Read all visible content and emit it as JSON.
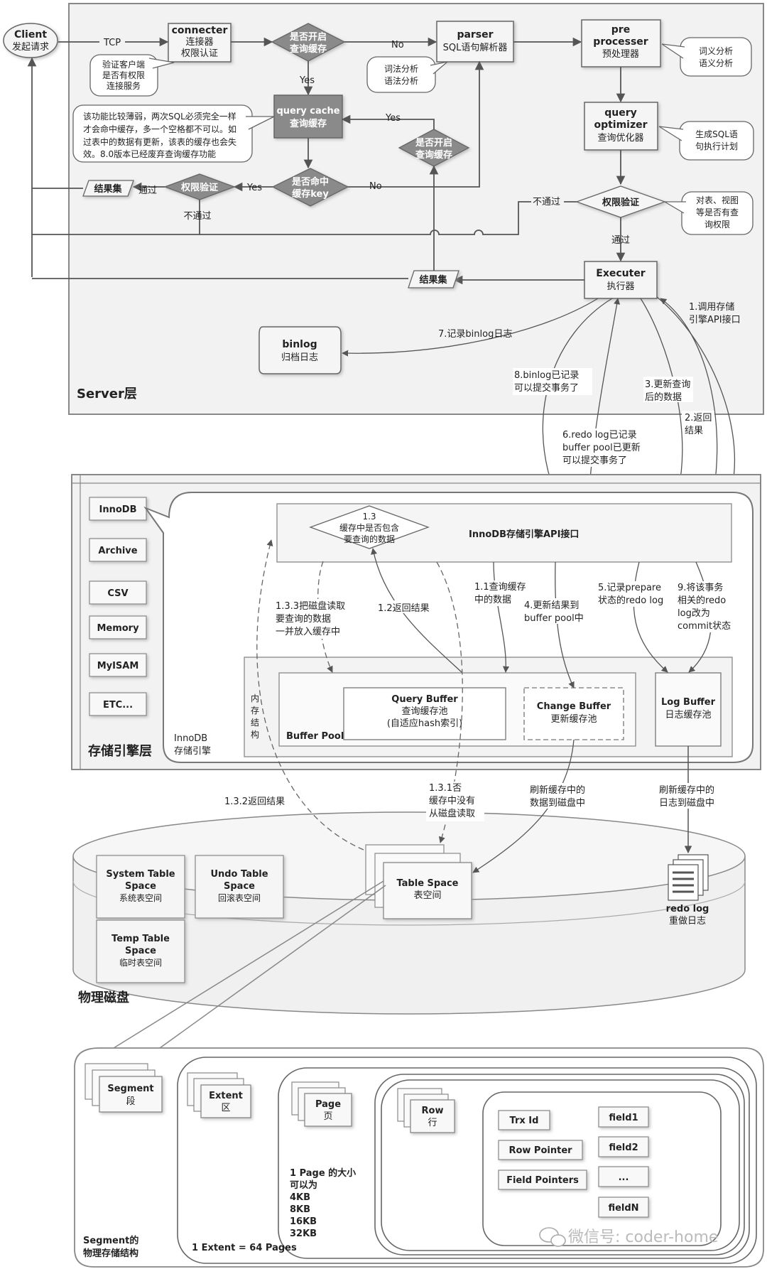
{
  "client": [
    "Client",
    "发起请求"
  ],
  "tcp": "TCP",
  "connector": [
    "connecter",
    "连接器",
    "权限认证"
  ],
  "connector_note": [
    "验证客户端",
    "是否有权限",
    "连接服务"
  ],
  "cache_on_1": [
    "是否开启",
    "查询缓存"
  ],
  "no_1": "No",
  "yes_1": "Yes",
  "parser": [
    "parser",
    "SQL语句解析器"
  ],
  "parser_note": [
    "词法分析",
    "语法分析"
  ],
  "preprocessor": [
    "pre",
    "processer",
    "预处理器"
  ],
  "preprocessor_note": [
    "词义分析",
    "语义分析"
  ],
  "query_cache": [
    "query cache",
    "查询缓存"
  ],
  "query_cache_note": [
    "该功能比较薄弱，两次SQL必须完全一样",
    "才会命中缓存，多一个空格都不可以。如",
    "过表中的数据有更新，该表的缓存也会失",
    "效。8.0版本已经废弃查询缓存功能"
  ],
  "yes_2": "Yes",
  "cache_on_2": [
    "是否开启",
    "查询缓存"
  ],
  "optimizer": [
    "query",
    "optimizer",
    "查询优化器"
  ],
  "optimizer_note": [
    "生成SQL语",
    "句执行计划"
  ],
  "result_set_1": "结果集",
  "pass_1": "通过",
  "auth_1": "权限验证",
  "yes_3": "Yes",
  "cache_hit": [
    "是否命中",
    "缓存key"
  ],
  "no_2": "No",
  "fail_1": "不通过",
  "fail_2": "不通过",
  "auth_2": "权限验证",
  "auth_2_note": [
    "对表、视图",
    "等是否有查",
    "询权限"
  ],
  "pass_2": "通过",
  "result_set_2": "结果集",
  "executor": [
    "Executer",
    "执行器"
  ],
  "binlog": [
    "binlog",
    "归档日志"
  ],
  "step_7": "7.记录binlog日志",
  "step_1": [
    "1.调用存储",
    "引擎API接口"
  ],
  "step_8": [
    "8.binlog已记录",
    "可以提交事务了"
  ],
  "step_3": [
    "3.更新查询",
    "后的数据"
  ],
  "step_2": [
    "2.返回",
    "结果"
  ],
  "step_6": [
    "6.redo log已记录",
    "buffer pool已更新",
    "可以提交事务了"
  ],
  "server_layer": "Server层",
  "engines": [
    "InnoDB",
    "Archive",
    "CSV",
    "Memory",
    "MyISAM",
    "ETC..."
  ],
  "step_1_3": [
    "1.3",
    "缓存中是否包含",
    "要查询的数据"
  ],
  "api": "InnoDB存储引擎API接口",
  "step_1_3_3": [
    "1.3.3把磁盘读取",
    "要查询的数据",
    "一并放入缓存中"
  ],
  "step_1_2": "1.2返回结果",
  "step_1_1": [
    "1.1查询缓存",
    "中的数据"
  ],
  "step_4": [
    "4.更新结果到",
    "buffer pool中"
  ],
  "step_5": [
    "5.记录prepare",
    "状态的redo log"
  ],
  "step_9": [
    "9.将该事务",
    "相关的redo",
    "log改为",
    "commit状态"
  ],
  "memory_struct": [
    "内",
    "存",
    "结",
    "构"
  ],
  "buffer_pool": "Buffer Pool",
  "query_buffer": [
    "Query Buffer",
    "查询缓存池",
    "(自适应hash索引)"
  ],
  "change_buffer": [
    "Change Buffer",
    "更新缓存池"
  ],
  "log_buffer": [
    "Log Buffer",
    "日志缓存池"
  ],
  "innodb_engine": [
    "InnoDB",
    "存储引擎"
  ],
  "engine_layer": "存储引擎层",
  "step_1_3_2": "1.3.2返回结果",
  "step_1_3_1": [
    "1.3.1否",
    "缓存中没有",
    "从磁盘读取"
  ],
  "flush_data": [
    "刷新缓存中的",
    "数据到磁盘中"
  ],
  "flush_log": [
    "刷新缓存中的",
    "日志到磁盘中"
  ],
  "system_ts": [
    "System Table",
    "Space",
    "系统表空间"
  ],
  "undo_ts": [
    "Undo Table",
    "Space",
    "回滚表空间"
  ],
  "temp_ts": [
    "Temp Table",
    "Space",
    "临时表空间"
  ],
  "table_space": [
    "Table Space",
    "表空间"
  ],
  "redo_log": [
    "redo log",
    "重做日志"
  ],
  "disk_layer": "物理磁盘",
  "segment": [
    "Segment",
    "段"
  ],
  "extent": [
    "Extent",
    "区"
  ],
  "page": [
    "Page",
    "页"
  ],
  "row": [
    "Row",
    "行"
  ],
  "row_fields_left": [
    "Trx Id",
    "Row Pointer",
    "Field Pointers"
  ],
  "row_fields_right": [
    "field1",
    "field2",
    "...",
    "fieldN"
  ],
  "page_size_note": [
    "1 Page 的大小",
    "可以为",
    "4KB",
    "8KB",
    "16KB",
    "32KB"
  ],
  "extent_note": "1 Extent = 64 Pages",
  "segment_struct": [
    "Segment的",
    "物理存储结构"
  ],
  "watermark": "微信号: coder-home",
  "colors": {
    "dark_box": "#888888",
    "line": "#555555",
    "panel": "#f2f2f2"
  }
}
